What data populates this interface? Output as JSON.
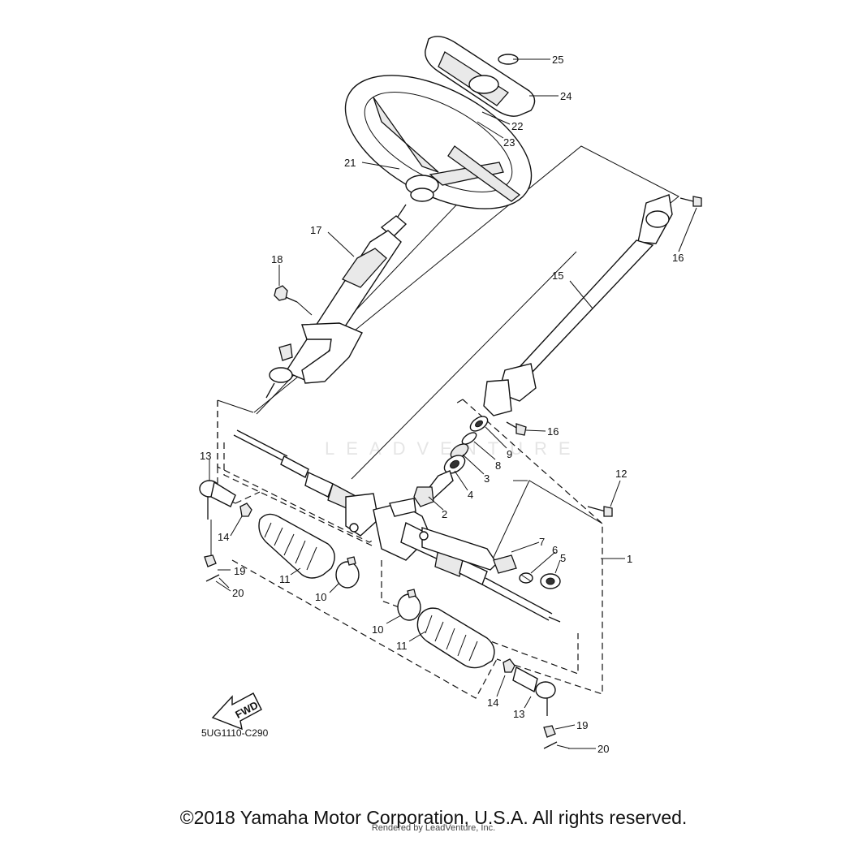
{
  "diagram": {
    "code": "5UG1110-C290",
    "fwd_label": "FWD",
    "watermark": "LEADVENTURE",
    "callouts": {
      "p1": "1",
      "p2": "2",
      "p3": "3",
      "p4": "4",
      "p5": "5",
      "p6": "6",
      "p7": "7",
      "p8": "8",
      "p9": "9",
      "p10a": "10",
      "p10b": "10",
      "p11a": "11",
      "p11b": "11",
      "p12": "12",
      "p13a": "13",
      "p13b": "13",
      "p14a": "14",
      "p14b": "14",
      "p15": "15",
      "p16a": "16",
      "p16b": "16",
      "p17": "17",
      "p18": "18",
      "p19a": "19",
      "p19b": "19",
      "p20a": "20",
      "p20b": "20",
      "p21": "21",
      "p22": "22",
      "p23": "23",
      "p24": "24",
      "p25": "25"
    }
  },
  "footer": {
    "copyright": "©2018 Yamaha Motor Corporation, U.S.A. All rights reserved.",
    "rendered_by": "Rendered by LeadVenture, Inc."
  }
}
